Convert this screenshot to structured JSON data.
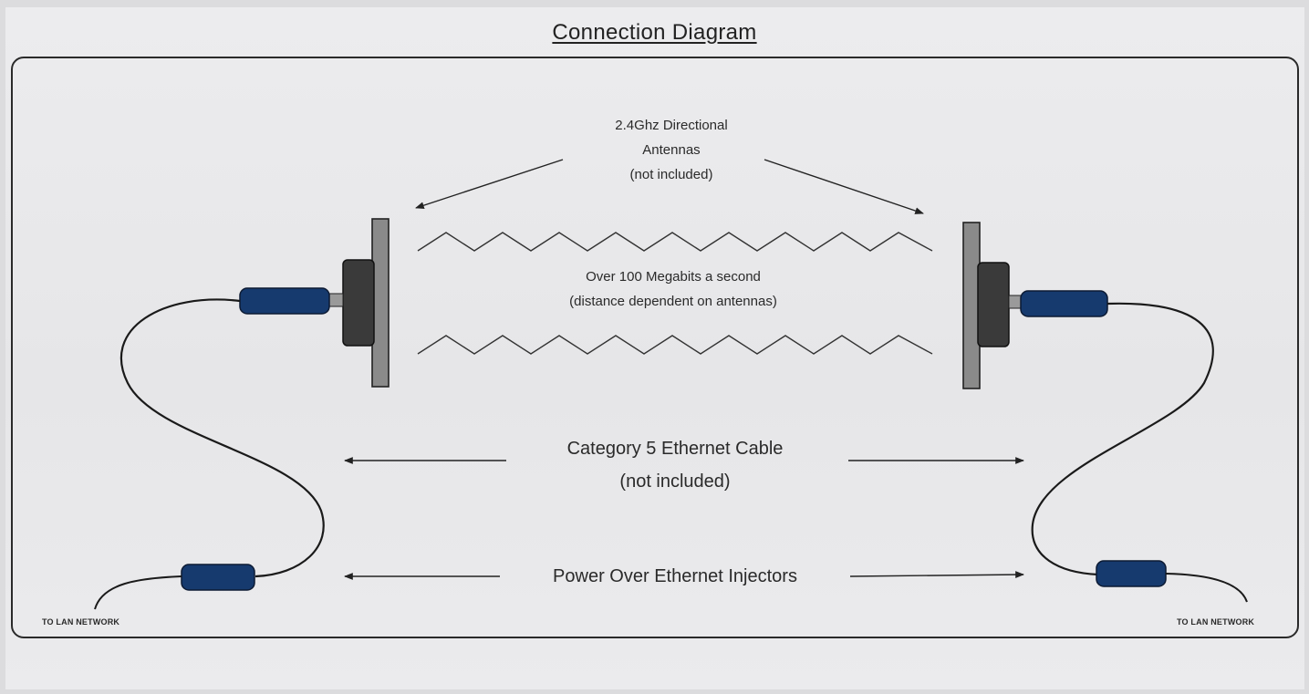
{
  "title": "Connection Diagram",
  "antennas": {
    "line1": "2.4Ghz Directional",
    "line2": "Antennas",
    "line3": "(not included)"
  },
  "speed": {
    "line1": "Over 100 Megabits a second",
    "line2": "(distance dependent on antennas)"
  },
  "cable": {
    "line1": "Category 5 Ethernet Cable",
    "line2": "(not included)"
  },
  "poe": {
    "label": "Power Over Ethernet Injectors"
  },
  "lan": {
    "left": "TO LAN NETWORK",
    "right": "TO LAN NETWORK"
  },
  "colors": {
    "device_blue": "#163a6e",
    "antenna_gray": "#8a8a8a",
    "radio_dark": "#3a3a3a",
    "line": "#222222"
  }
}
